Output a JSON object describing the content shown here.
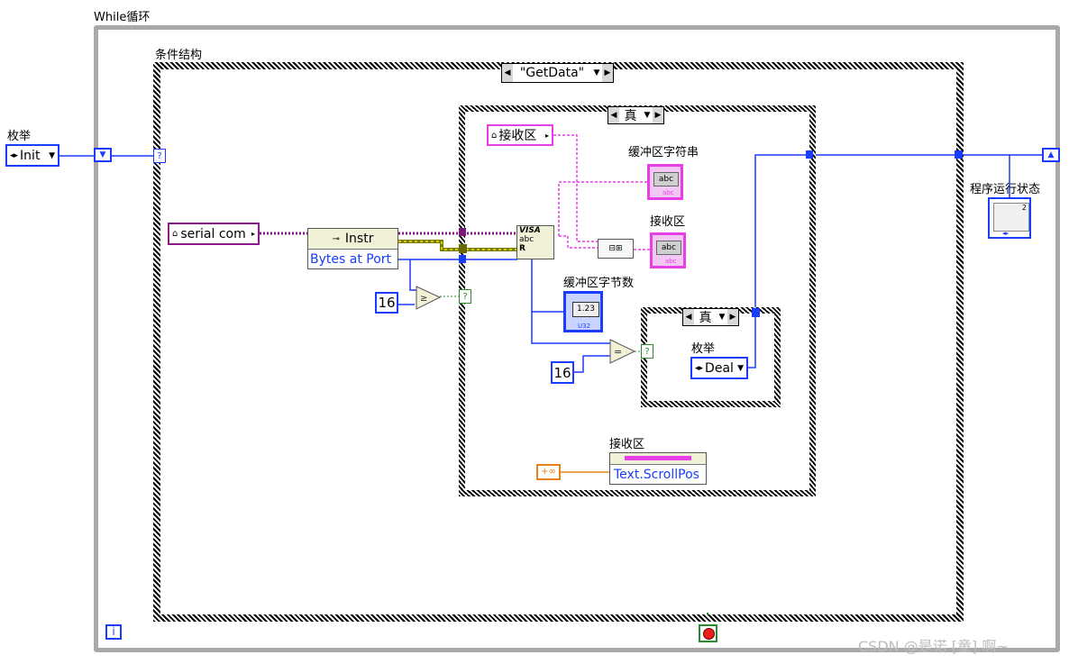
{
  "while_loop": {
    "label": "While循环"
  },
  "case_structure": {
    "label": "条件结构",
    "selector": "\"GetData\""
  },
  "inner_case": {
    "selector": "真"
  },
  "nested_case": {
    "selector": "真"
  },
  "enum_init": {
    "label": "枚举",
    "value": "Init"
  },
  "enum_deal": {
    "label": "枚举",
    "value": "Deal"
  },
  "serial_com": {
    "value": "serial com"
  },
  "property_node": {
    "class": "Instr",
    "property": "Bytes at Port"
  },
  "constant_16a": {
    "value": "16"
  },
  "constant_16b": {
    "value": "16"
  },
  "receive_ref": {
    "value": "接收区"
  },
  "buffer_string": {
    "label": "缓冲区字符串",
    "value": "abc"
  },
  "receive_area": {
    "label": "接收区",
    "value": "abc"
  },
  "buffer_bytes": {
    "label": "缓冲区字节数",
    "value": "1.23",
    "type": "U32"
  },
  "scroll_node": {
    "label": "接收区",
    "property": "Text.ScrollPos"
  },
  "inf_const": {
    "value": "+∞"
  },
  "state_indicator": {
    "label": "程序运行状态"
  },
  "iteration": {
    "value": "i"
  },
  "watermark": {
    "text": "CSDN @是诺 [童] 啊~"
  },
  "colors": {
    "loop": "#a9a9a9",
    "wire_blue": "#1a3cff",
    "wire_pink": "#e83ee8",
    "wire_purple": "#7a1a7a",
    "wire_green": "#2b8a2b"
  }
}
